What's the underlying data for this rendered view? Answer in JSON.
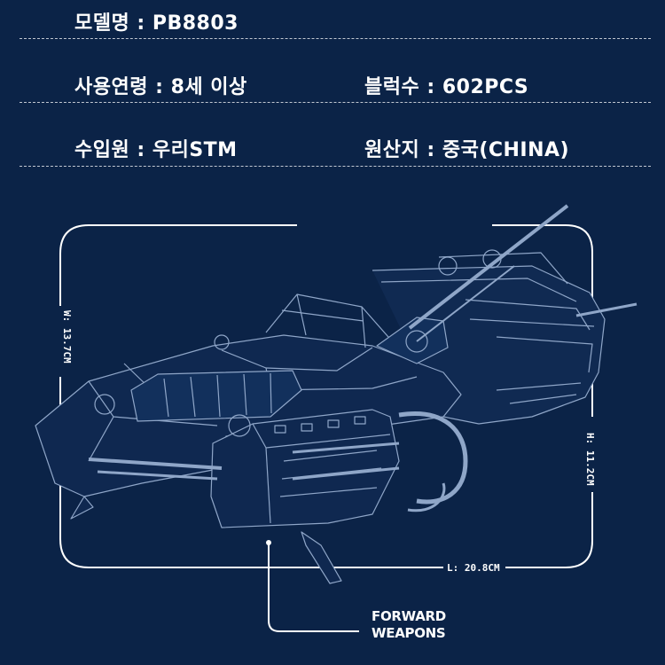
{
  "specs": {
    "model": "모델명 : PB8803",
    "age": "사용연령 : 8세 이상",
    "blocks": "블럭수 : 602PCS",
    "importer": "수입원 : 우리STM",
    "origin": "원산지 : 중국(CHINA)"
  },
  "dimensions": {
    "width": "W: 13.7CM",
    "height": "H: 11.2CM",
    "length": "L: 20.8CM"
  },
  "callout": {
    "line1": "FORWARD",
    "line2": "WEAPONS"
  },
  "colors": {
    "background": "#0b2347",
    "line": "#ffffff",
    "sketch": "#8fa6c8"
  }
}
